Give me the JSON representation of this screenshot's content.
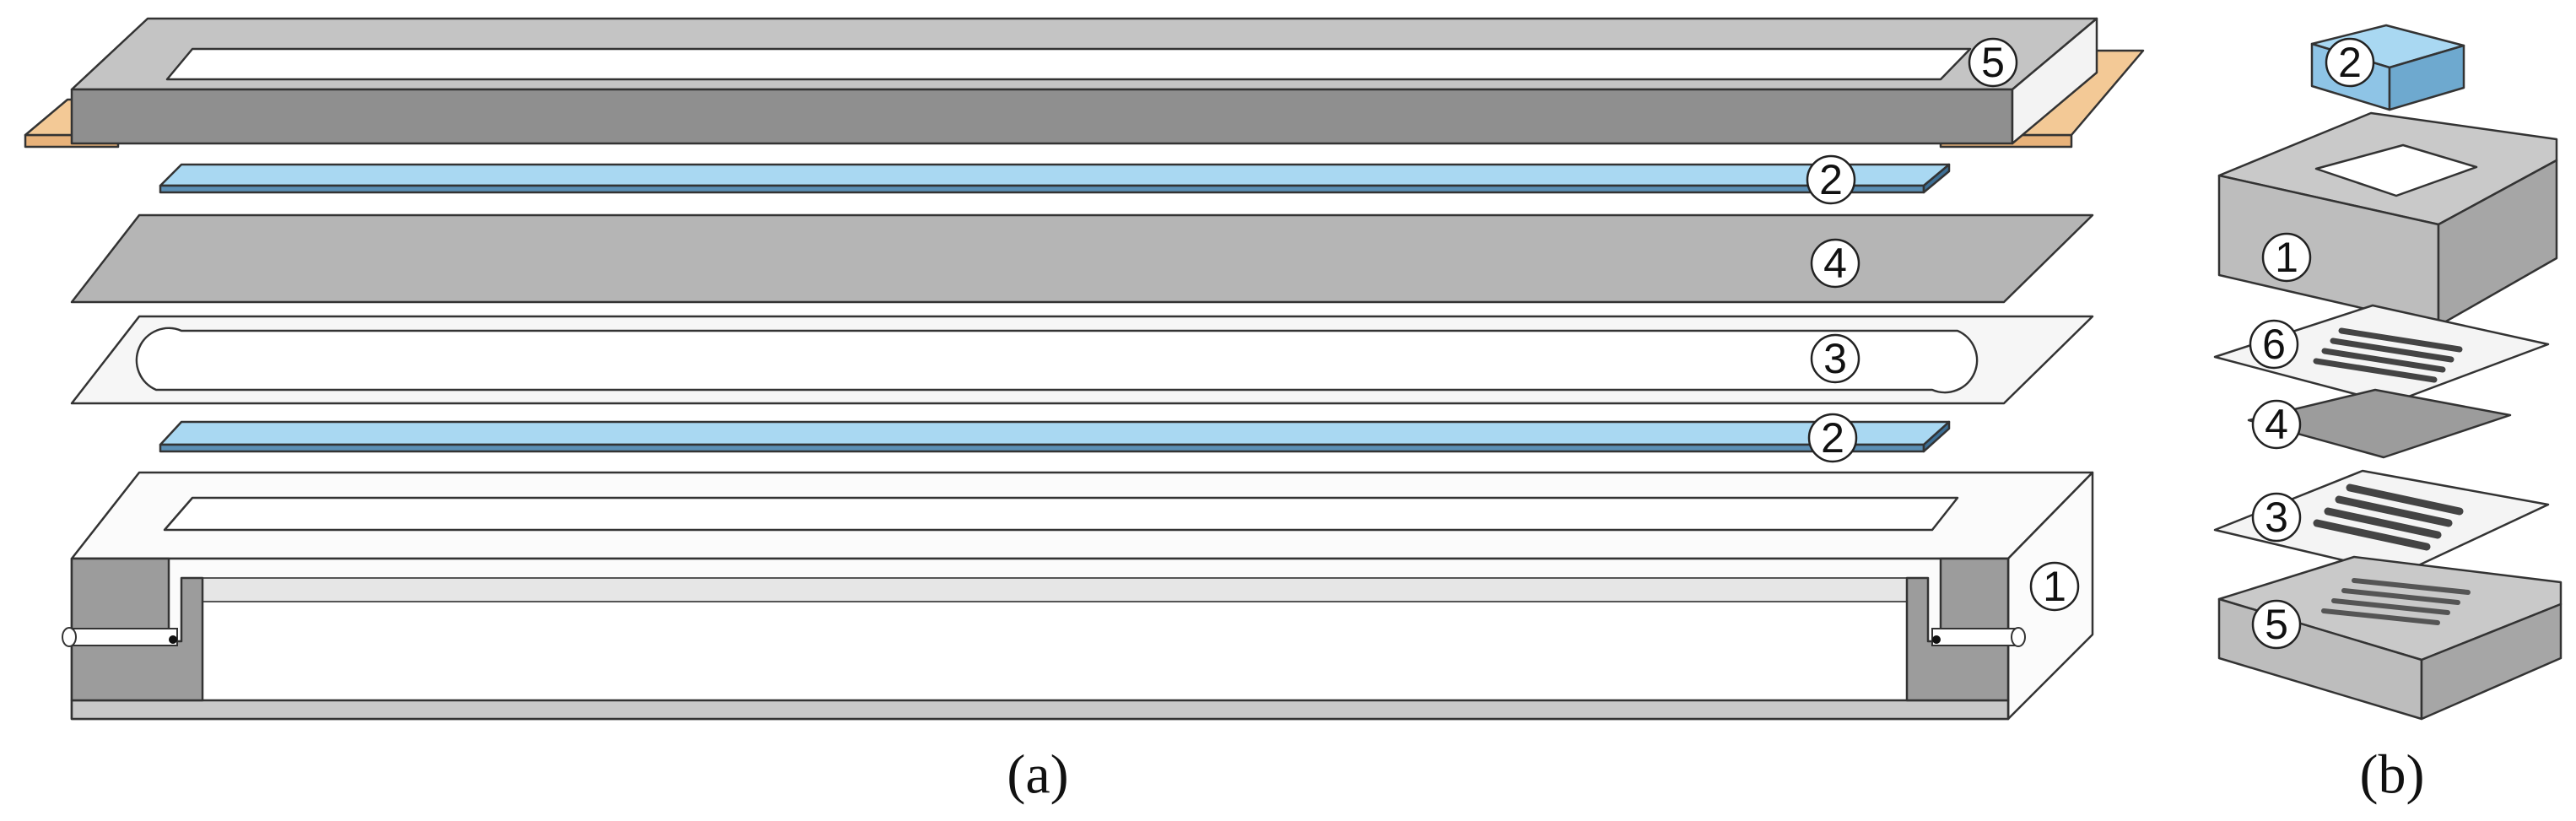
{
  "panels": {
    "a": {
      "caption": "(a)",
      "labels": [
        "5",
        "2",
        "4",
        "3",
        "2",
        "1"
      ]
    },
    "b": {
      "caption": "(b)",
      "labels": [
        "2",
        "1",
        "6",
        "4",
        "3",
        "5"
      ]
    }
  },
  "colors": {
    "frame_gray": "#b5b5b5",
    "frame_dark": "#8f8f8f",
    "membrane_blue": "#a9d8f2",
    "contact_orange": "#e8b27a",
    "sheet_white": "#f6f6f6",
    "body_white": "#fbfbfb",
    "block_gray": "#9c9c9c"
  }
}
